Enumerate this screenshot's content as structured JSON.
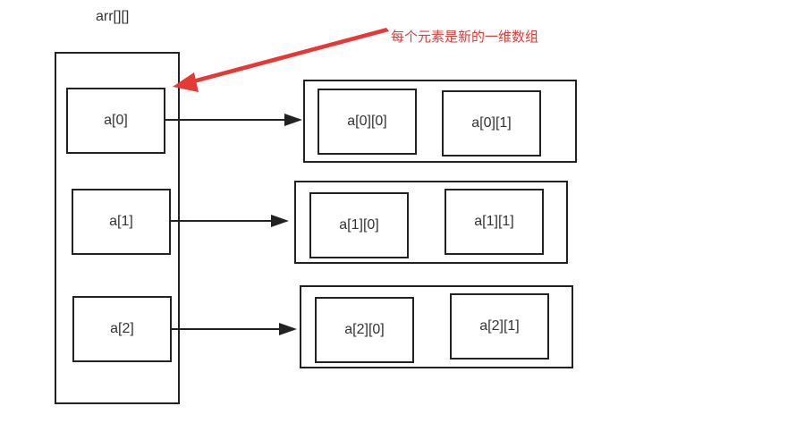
{
  "title": "arr[][]",
  "annotation": "每个元素是新的一维数组",
  "outer_cells": [
    "a[0]",
    "a[1]",
    "a[2]"
  ],
  "inner_arrays": [
    [
      "a[0][0]",
      "a[0][1]"
    ],
    [
      "a[1][0]",
      "a[1][1]"
    ],
    [
      "a[2][0]",
      "a[2][1]"
    ]
  ],
  "colors": {
    "stroke": "#222222",
    "annotation": "#e53935"
  }
}
